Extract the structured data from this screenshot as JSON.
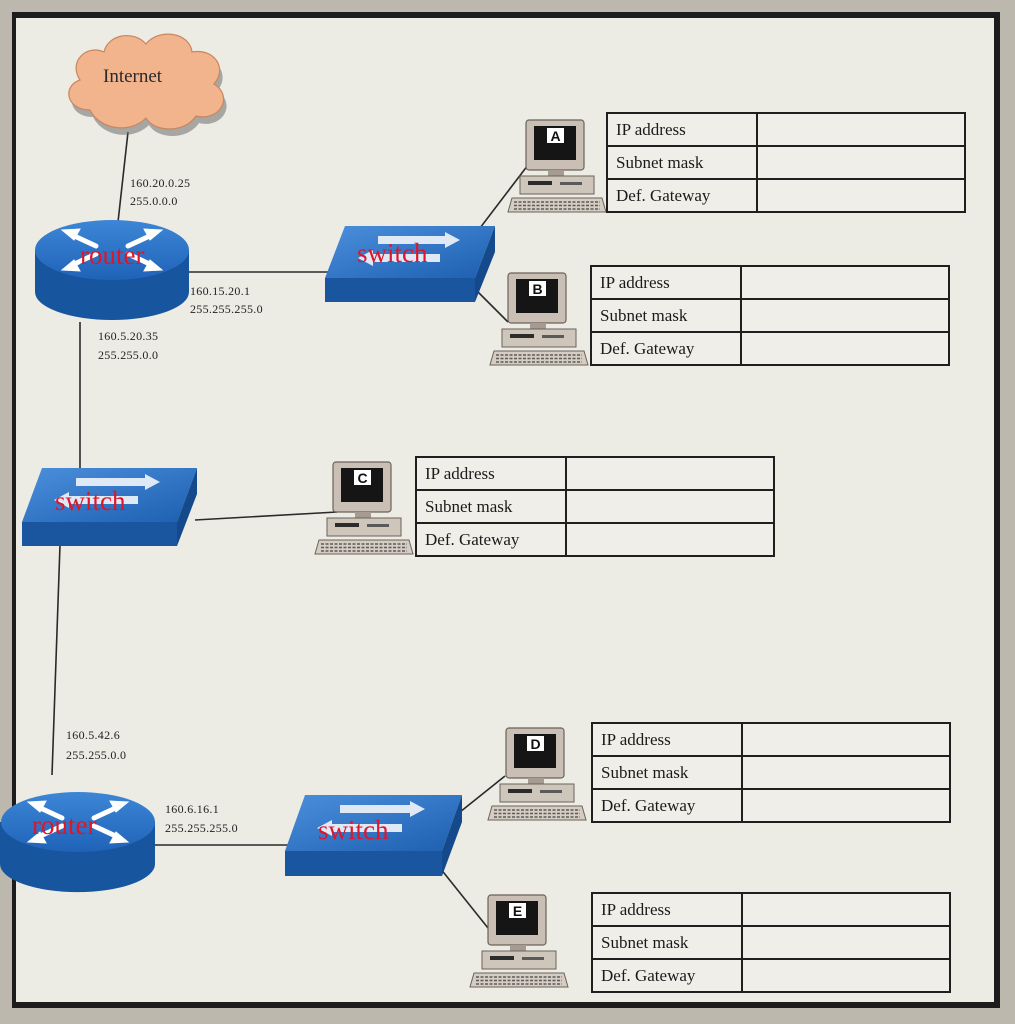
{
  "internet": {
    "label": "Internet"
  },
  "routers": [
    {
      "label": "router",
      "if_upstream": {
        "ip": "160.20.0.25",
        "mask": "255.0.0.0"
      },
      "if_switch": {
        "ip": "160.15.20.1",
        "mask": "255.255.255.0"
      },
      "if_lan": {
        "ip": "160.5.20.35",
        "mask": "255.255.0.0"
      }
    },
    {
      "label": "router",
      "if_upstream": {
        "ip": "160.5.42.6",
        "mask": "255.255.0.0"
      },
      "if_switch": {
        "ip": "160.6.16.1",
        "mask": "255.255.255.0"
      }
    }
  ],
  "switches": [
    {
      "label": "switch"
    },
    {
      "label": "switch"
    },
    {
      "label": "switch"
    }
  ],
  "table_labels": {
    "ip": "IP address",
    "mask": "Subnet mask",
    "gateway": "Def. Gateway"
  },
  "hosts": [
    {
      "name": "A",
      "ip": "",
      "mask": "",
      "gateway": ""
    },
    {
      "name": "B",
      "ip": "",
      "mask": "",
      "gateway": ""
    },
    {
      "name": "C",
      "ip": "",
      "mask": "",
      "gateway": ""
    },
    {
      "name": "D",
      "ip": "",
      "mask": "",
      "gateway": ""
    },
    {
      "name": "E",
      "ip": "",
      "mask": "",
      "gateway": ""
    }
  ],
  "colors": {
    "device_blue": "#1f63b8",
    "annotation_red": "#e0152a",
    "cloud": "#f2b48c"
  }
}
